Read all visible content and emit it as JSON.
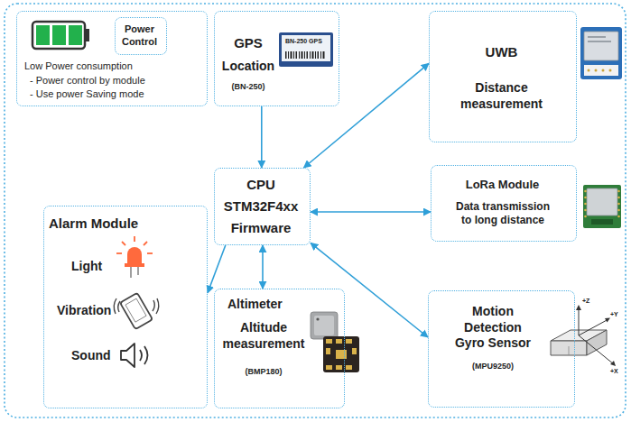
{
  "diagram": {
    "nodes": [
      {
        "text": [
          "Low Power consumption",
          "- Power control by module",
          "- Use power Saving mode"
        ]
      },
      {
        "text": [
          "Power Control"
        ],
        "in": 0
      },
      {
        "text": [
          "GPS",
          "Location",
          "(BN-250)"
        ]
      },
      {
        "text": [
          "UWB",
          "Distance measurement"
        ]
      },
      {
        "text": [
          "CPU",
          "STM32F4xx",
          "Firmware"
        ]
      },
      {
        "text": [
          "LoRa Module",
          "Data transmission to long distance"
        ]
      },
      {
        "text": [
          "Alarm Module",
          "Light",
          "Vibration",
          "Sound"
        ]
      },
      {
        "text": [
          "Altimeter",
          "Altitude measurement",
          "(BMP180)"
        ]
      },
      {
        "text": [
          "Motion Detection Gyro Sensor",
          "(MPU9250)"
        ]
      }
    ],
    "edges": [
      {
        "from": 2,
        "to": 4,
        "arrow": "to"
      },
      {
        "from": 4,
        "to": 3,
        "arrow": "both"
      },
      {
        "from": 4,
        "to": 5,
        "arrow": "both"
      },
      {
        "from": 4,
        "to": 6,
        "arrow": "to"
      },
      {
        "from": 4,
        "to": 7,
        "arrow": "both"
      },
      {
        "from": 4,
        "to": 8,
        "arrow": "both"
      }
    ],
    "labels": [
      "BN-250 GPS",
      "+Z",
      "+Y",
      "+X"
    ]
  }
}
